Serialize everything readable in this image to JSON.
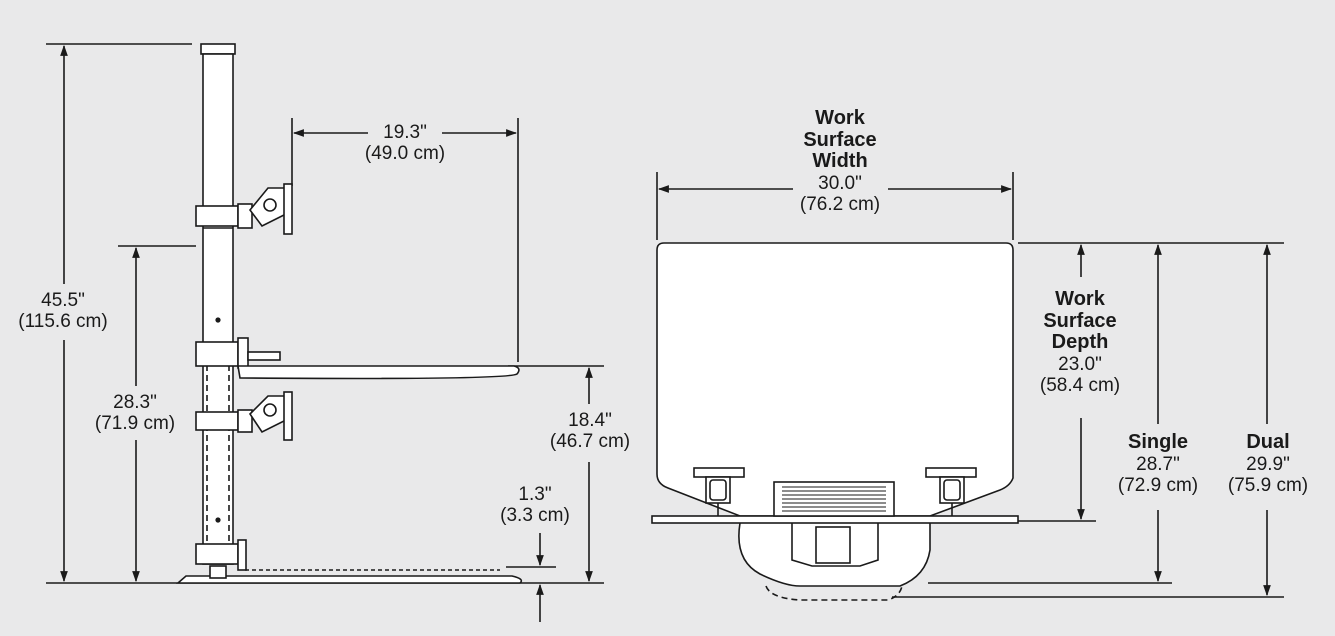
{
  "side_view": {
    "overall_height": {
      "imperial": "45.5\"",
      "metric": "(115.6 cm)"
    },
    "shelf_height": {
      "imperial": "28.3\"",
      "metric": "(71.9 cm)"
    },
    "arm_reach": {
      "imperial": "19.3\"",
      "metric": "(49.0 cm)"
    },
    "work_surface_drop": {
      "imperial": "18.4\"",
      "metric": "(46.7 cm)"
    },
    "keyboard_tray_height": {
      "imperial": "1.3\"",
      "metric": "(3.3 cm)"
    }
  },
  "top_view": {
    "width": {
      "title_lines": [
        "Work",
        "Surface",
        "Width"
      ],
      "imperial": "30.0\"",
      "metric": "(76.2 cm)"
    },
    "depth": {
      "title_lines": [
        "Work",
        "Surface",
        "Depth"
      ],
      "imperial": "23.0\"",
      "metric": "(58.4 cm)"
    },
    "single": {
      "title": "Single",
      "imperial": "28.7\"",
      "metric": "(72.9 cm)"
    },
    "dual": {
      "title": "Dual",
      "imperial": "29.9\"",
      "metric": "(75.9 cm)"
    }
  },
  "colors": {
    "background": "#e9e9ea",
    "line": "#1a1a1a",
    "fill": "#ffffff"
  }
}
